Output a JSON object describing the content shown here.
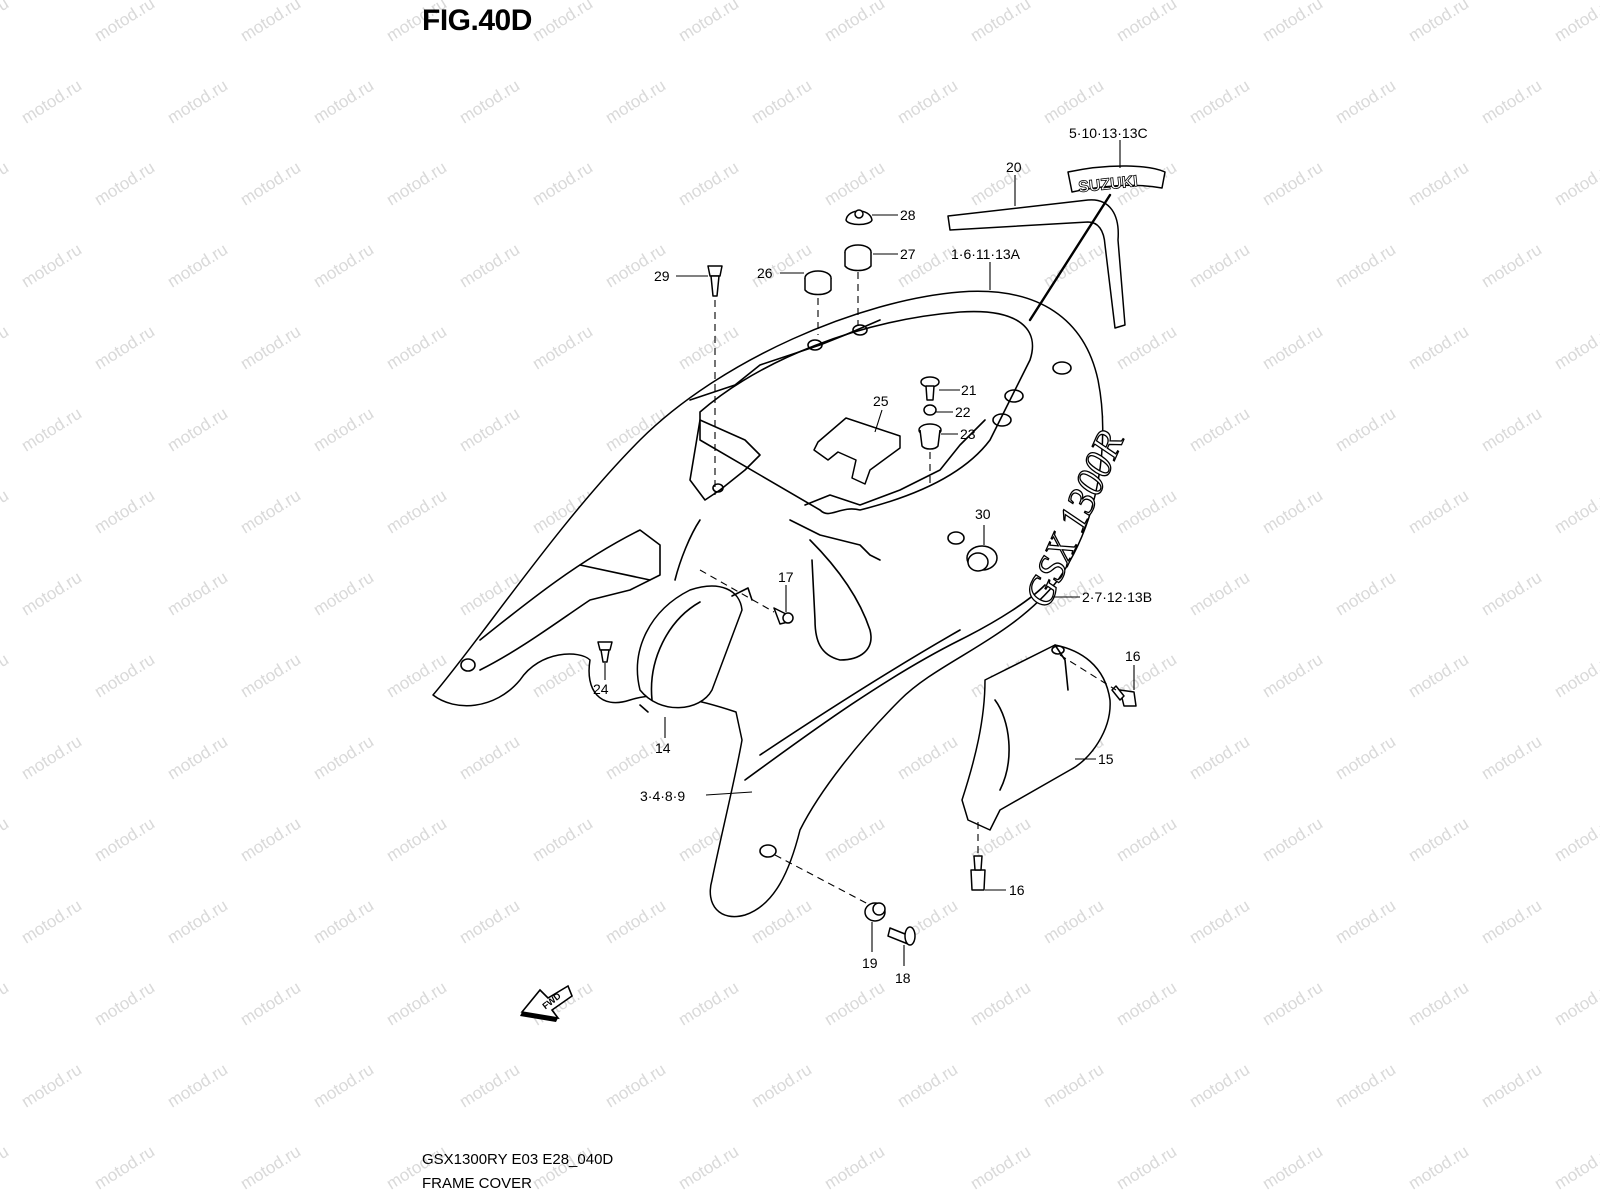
{
  "figure": {
    "title": "FIG.40D",
    "drawing_code": "GSX1300RY E03 E28_040D",
    "drawing_name": "FRAME COVER"
  },
  "watermark": "motod.ru",
  "emblem_text": "SUZUKI",
  "decal_text": "GSX 1300R",
  "fwd_arrow_label": "FWD",
  "callouts": [
    {
      "id": "c-5-10-13-13c",
      "text": "5·10·13·13C"
    },
    {
      "id": "c-20",
      "text": "20"
    },
    {
      "id": "c-28",
      "text": "28"
    },
    {
      "id": "c-27",
      "text": "27"
    },
    {
      "id": "c-26",
      "text": "26"
    },
    {
      "id": "c-29",
      "text": "29"
    },
    {
      "id": "c-1-6-11-13a",
      "text": "1·6·11·13A"
    },
    {
      "id": "c-21",
      "text": "21"
    },
    {
      "id": "c-22",
      "text": "22"
    },
    {
      "id": "c-23",
      "text": "23"
    },
    {
      "id": "c-25",
      "text": "25"
    },
    {
      "id": "c-30",
      "text": "30"
    },
    {
      "id": "c-2-7-12-13b",
      "text": "2·7·12·13B"
    },
    {
      "id": "c-17",
      "text": "17"
    },
    {
      "id": "c-24",
      "text": "24"
    },
    {
      "id": "c-14",
      "text": "14"
    },
    {
      "id": "c-16a",
      "text": "16"
    },
    {
      "id": "c-15",
      "text": "15"
    },
    {
      "id": "c-3-4-8-9",
      "text": "3·4·8·9"
    },
    {
      "id": "c-16b",
      "text": "16"
    },
    {
      "id": "c-19",
      "text": "19"
    },
    {
      "id": "c-18",
      "text": "18"
    }
  ]
}
